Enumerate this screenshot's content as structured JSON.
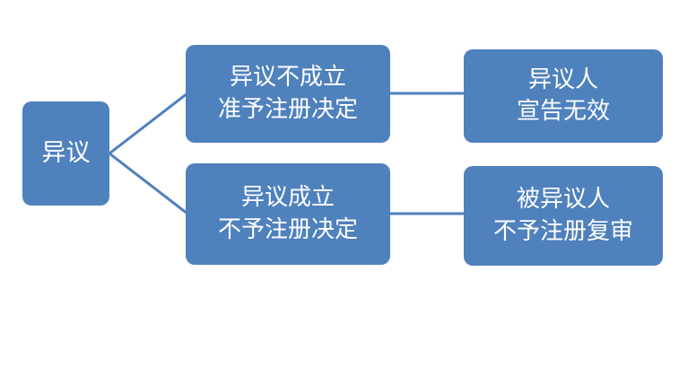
{
  "colors": {
    "box_fill": "#4f81bd",
    "connector": "#4f81bd",
    "text": "#ffffff",
    "background": "#ffffff"
  },
  "diagram": {
    "type": "flowchart",
    "direction": "left-to-right",
    "root": {
      "label": "异议"
    },
    "branches": [
      {
        "decision": {
          "lines": [
            "异议不成立",
            "准予注册决定"
          ]
        },
        "outcome": {
          "lines": [
            "异议人",
            "宣告无效"
          ]
        }
      },
      {
        "decision": {
          "lines": [
            "异议成立",
            "不予注册决定"
          ]
        },
        "outcome": {
          "lines": [
            "被异议人",
            "不予注册复审"
          ]
        }
      }
    ]
  }
}
